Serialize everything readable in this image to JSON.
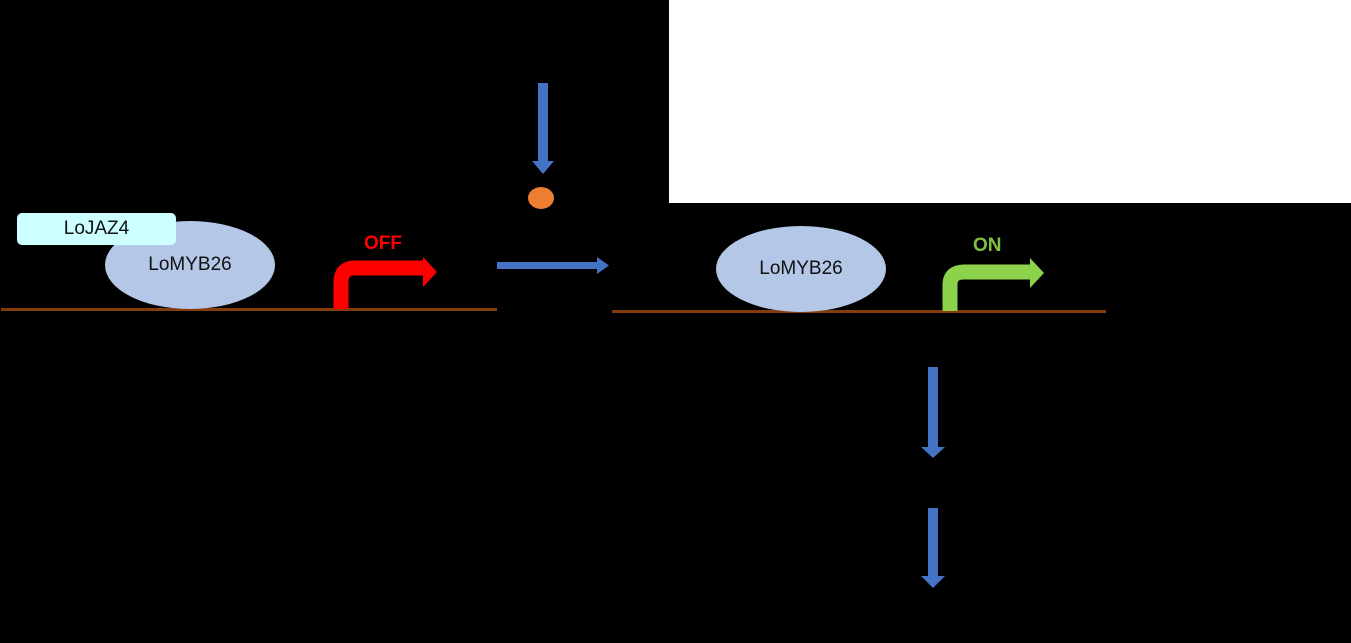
{
  "diagram": {
    "left_state": {
      "repressor_label": "LoJAZ4",
      "factor_label": "LoMYB26",
      "promoter_status": "OFF",
      "status_color": "#ff0000"
    },
    "signal": {
      "molecule_color": "#ed7d31"
    },
    "right_state": {
      "factor_label": "LoMYB26",
      "promoter_status": "ON",
      "status_color": "#7dc242"
    },
    "colors": {
      "arrow": "#4472c4",
      "dna": "#843c0c",
      "factor_fill": "#b4c7e7",
      "repressor_fill": "#ccffff",
      "background": "#000000"
    }
  }
}
